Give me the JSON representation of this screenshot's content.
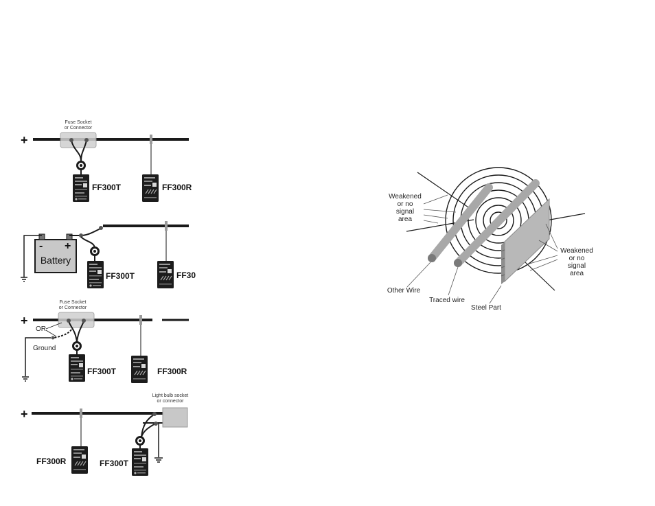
{
  "panel1": {
    "plus_symbol": "+",
    "fuse_label_line1": "Fuse Socket",
    "fuse_label_line2": "or Connector",
    "transmitter_label": "FF300T",
    "receiver_label": "FF300R"
  },
  "panel2": {
    "battery_label": "Battery",
    "battery_minus": "-",
    "battery_plus": "+",
    "transmitter_label": "FF300T",
    "receiver_label": "FF30"
  },
  "panel3": {
    "plus_symbol": "+",
    "fuse_label_line1": "Fuse Socket",
    "fuse_label_line2": "or Connector",
    "or_label": "OR",
    "ground_label": "Ground",
    "transmitter_label": "FF300T",
    "receiver_label": "FF300R"
  },
  "panel4": {
    "plus_symbol": "+",
    "bulb_label_line1": "Light bulb socket",
    "bulb_label_line2": "or connector",
    "receiver_label": "FF300R",
    "transmitter_label": "FF300T"
  },
  "signal_diagram": {
    "weakened_left": [
      "Weakened",
      "or no",
      "signal",
      "area"
    ],
    "weakened_right": [
      "Weakened",
      "or no",
      "signal",
      "area"
    ],
    "other_wire_label": "Other Wire",
    "traced_wire_label": "Traced wire",
    "steel_part_label": "Steel Part"
  },
  "colors": {
    "wire": "#1a1a1a",
    "device_body": "#1c1c1c",
    "fuse_box": "#d0d0d0",
    "battery": "#c8c8c8",
    "steel": "#b8b8b8",
    "rod": "#a8a8a8"
  }
}
